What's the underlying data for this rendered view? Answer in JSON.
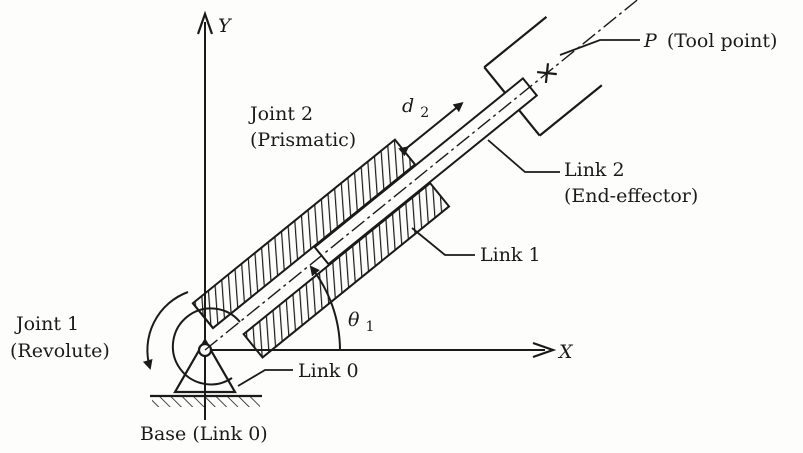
{
  "axes": {
    "x_label": "X",
    "y_label": "Y"
  },
  "labels": {
    "tool_point_var": "P",
    "tool_point_text": "(Tool point)",
    "joint2_title": "Joint 2",
    "joint2_type": "(Prismatic)",
    "d2_base": "d",
    "d2_sub": "2",
    "link2_title": "Link 2",
    "link2_sub": "(End-effector)",
    "link1": "Link 1",
    "theta_base": "θ",
    "theta_sub": "1",
    "joint1_title": "Joint 1",
    "joint1_type": "(Revolute)",
    "link0": "Link 0",
    "base": "Base (Link 0)"
  },
  "colors": {
    "ink": "#1a1a1a",
    "paper": "#fdfdfb"
  }
}
